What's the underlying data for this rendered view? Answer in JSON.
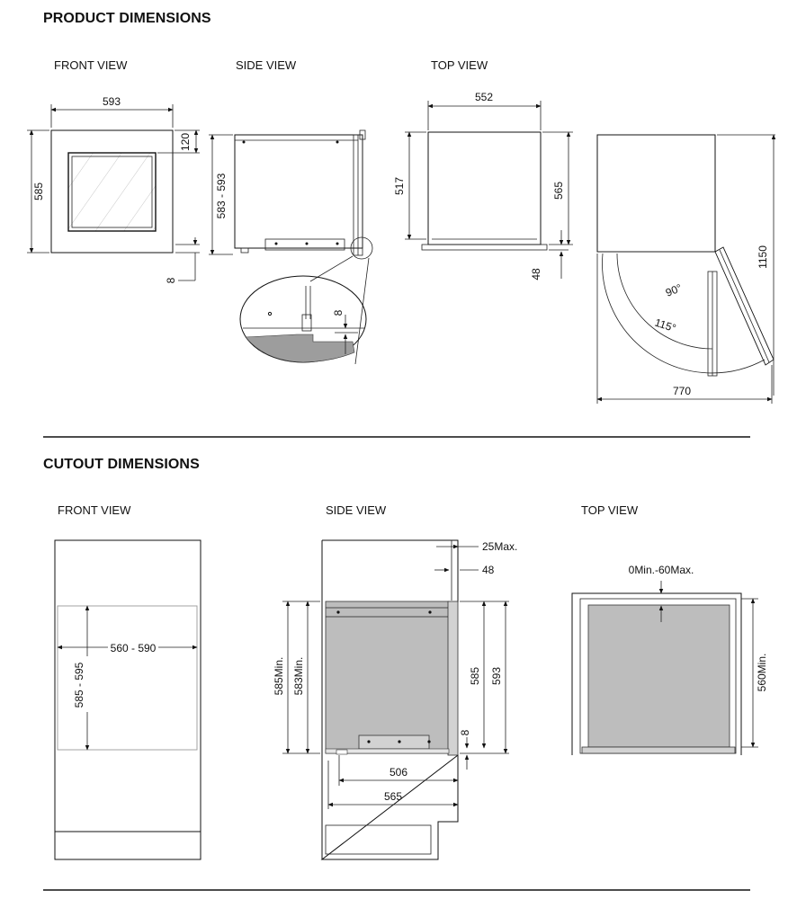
{
  "product": {
    "title": "PRODUCT DIMENSIONS",
    "front_label": "FRONT VIEW",
    "side_label": "SIDE VIEW",
    "top_label": "TOP VIEW",
    "front": {
      "width": "593",
      "height": "585",
      "glass_offset": "120",
      "bottom_gap": "8"
    },
    "side": {
      "height_range": "583 - 593",
      "detail_gap": "8"
    },
    "top": {
      "width": "552",
      "depth_inner": "517",
      "depth_outer": "565",
      "door": "48"
    },
    "door_swing": {
      "depth": "1150",
      "width": "770",
      "angle_90": "90°",
      "angle_115": "115°"
    }
  },
  "cutout": {
    "title": "CUTOUT DIMENSIONS",
    "front_label": "FRONT VIEW",
    "side_label": "SIDE VIEW",
    "top_label": "TOP VIEW",
    "front": {
      "width_range": "560 - 590",
      "height_range": "585 - 595"
    },
    "side": {
      "max_gap": "25Max.",
      "door": "48",
      "min_585": "585Min.",
      "min_583": "583Min.",
      "h585": "585",
      "h593": "593",
      "bottom_gap": "8",
      "depth_506": "506",
      "depth_565": "565"
    },
    "top": {
      "gap": "0Min.-60Max.",
      "depth_min": "560Min."
    }
  }
}
